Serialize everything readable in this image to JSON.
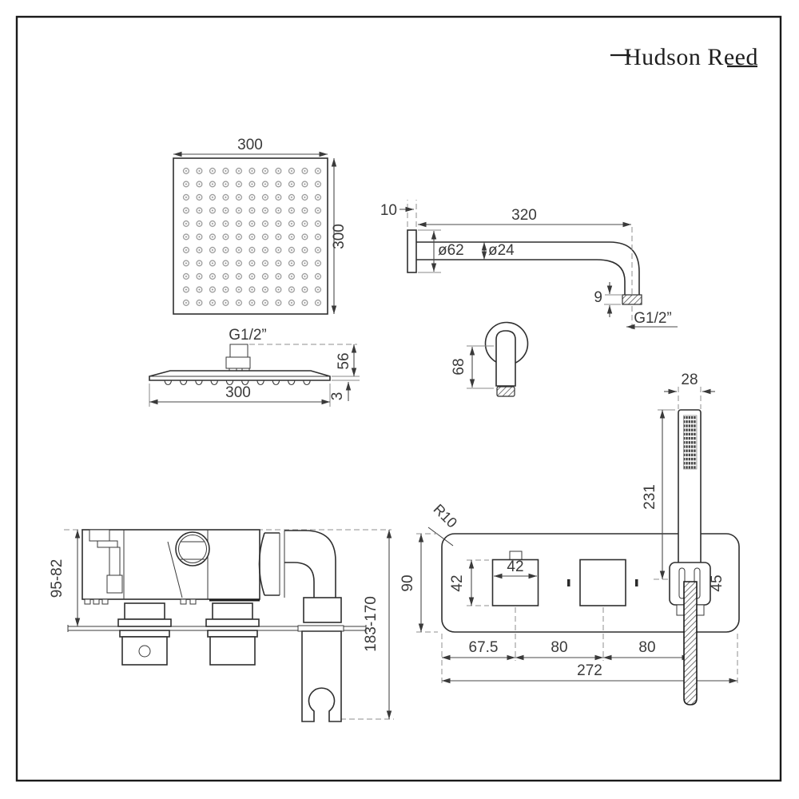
{
  "logo": {
    "brand": "Hudson Reed"
  },
  "showerhead_front": {
    "width": "300",
    "height": "300"
  },
  "showerhead_side": {
    "thread": "G1/2”",
    "depth": "56",
    "width": "300",
    "plate_thickness": "3"
  },
  "shower_arm": {
    "wall_plate_thickness": "10",
    "length": "320",
    "flange_diameter": "ø62",
    "pipe_diameter": "ø24",
    "outlet_length": "9",
    "thread": "G1/2”"
  },
  "outlet_elbow": {
    "height": "68"
  },
  "handset": {
    "width": "28",
    "length": "231"
  },
  "valve_side": {
    "body_depth": "95-82",
    "overall_drop": "183-170"
  },
  "valve_front": {
    "corner_radius": "R10",
    "plate_height": "90",
    "handle_width": "42",
    "handle_height": "42",
    "holder_size": "45",
    "offset_left": "67.5",
    "spacing_1": "80",
    "spacing_2": "80",
    "plate_width": "272"
  }
}
